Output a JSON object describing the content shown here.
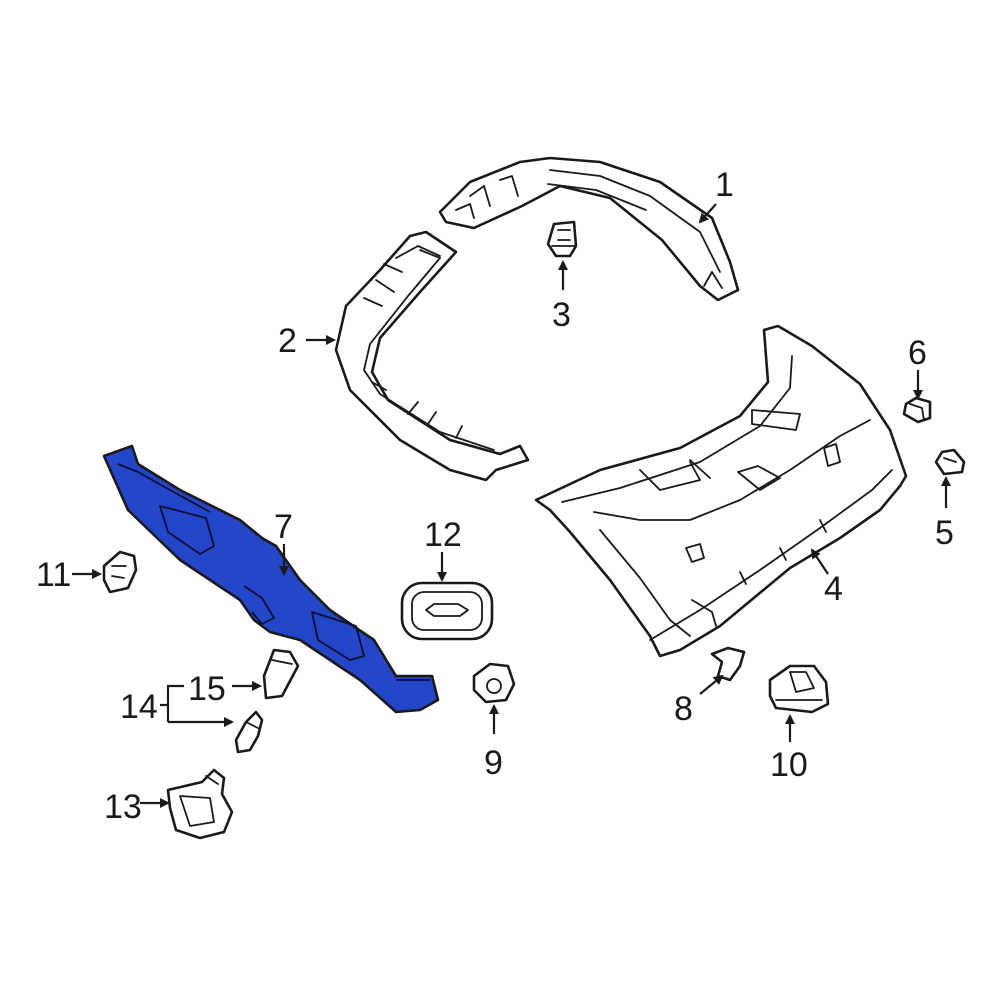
{
  "highlight_color": "#2446c9",
  "line_color": "#1a1a1a",
  "background": "#ffffff",
  "callouts": {
    "c1": "1",
    "c2": "2",
    "c3": "3",
    "c4": "4",
    "c5": "5",
    "c6": "6",
    "c7": "7",
    "c8": "8",
    "c9": "9",
    "c10": "10",
    "c11": "11",
    "c12": "12",
    "c13": "13",
    "c14": "14",
    "c15": "15"
  },
  "highlighted_part": "7"
}
